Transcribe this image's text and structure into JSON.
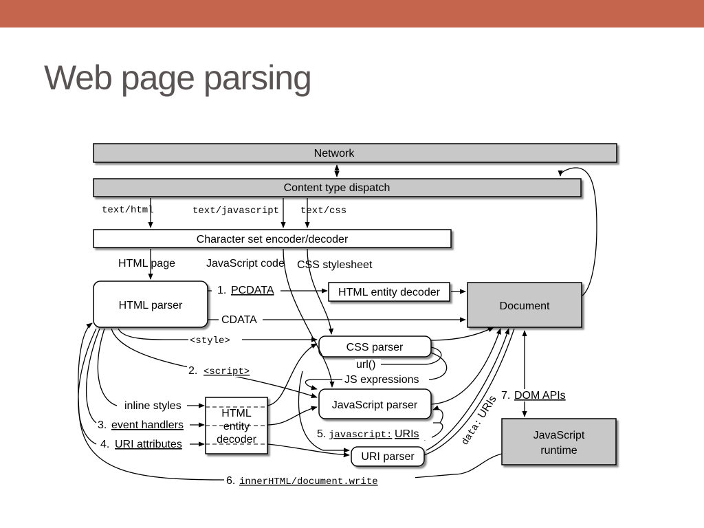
{
  "slide": {
    "title": "Web page parsing",
    "accent_color": "#c5654d"
  },
  "diagram": {
    "boxes": {
      "network": "Network",
      "content_type_dispatch": "Content type dispatch",
      "charset_codec": "Character set encoder/decoder",
      "html_parser": "HTML parser",
      "html_entity_decoder": "HTML entity decoder",
      "document": "Document",
      "css_parser": "CSS parser",
      "js_parser": "JavaScript parser",
      "uri_parser": "URI parser",
      "html_entity_decoder_multi": [
        "HTML",
        "entity",
        "decoder"
      ],
      "js_runtime": [
        "JavaScript",
        "runtime"
      ]
    },
    "labels": {
      "text_html": "text/html",
      "text_javascript": "text/javascript",
      "text_css": "text/css",
      "html_page": "HTML page",
      "javascript_code": "JavaScript code",
      "css_stylesheet": "CSS stylesheet",
      "pcdata_prefix": "1. ",
      "pcdata": "PCDATA",
      "cdata": "CDATA",
      "style_tag": "<style>",
      "script_prefix": "2. ",
      "script_tag": "<script>",
      "url_fn": "url()",
      "js_expressions": "JS expressions",
      "inline_styles": "inline styles",
      "event_handlers_prefix": "3. ",
      "event_handlers": "event handlers",
      "uri_attributes_prefix": "4. ",
      "uri_attributes": "URI attributes",
      "javascript_uris_prefix": "5. ",
      "javascript_uris_mono": "javascript:",
      "javascript_uris_suffix": " URIs",
      "data_uris_mono": "data:",
      "data_uris_suffix": " URIs",
      "dom_apis_prefix": "7. ",
      "dom_apis": "DOM APIs",
      "innerhtml_prefix": "6. ",
      "innerhtml": "innerHTML/document.write"
    }
  }
}
